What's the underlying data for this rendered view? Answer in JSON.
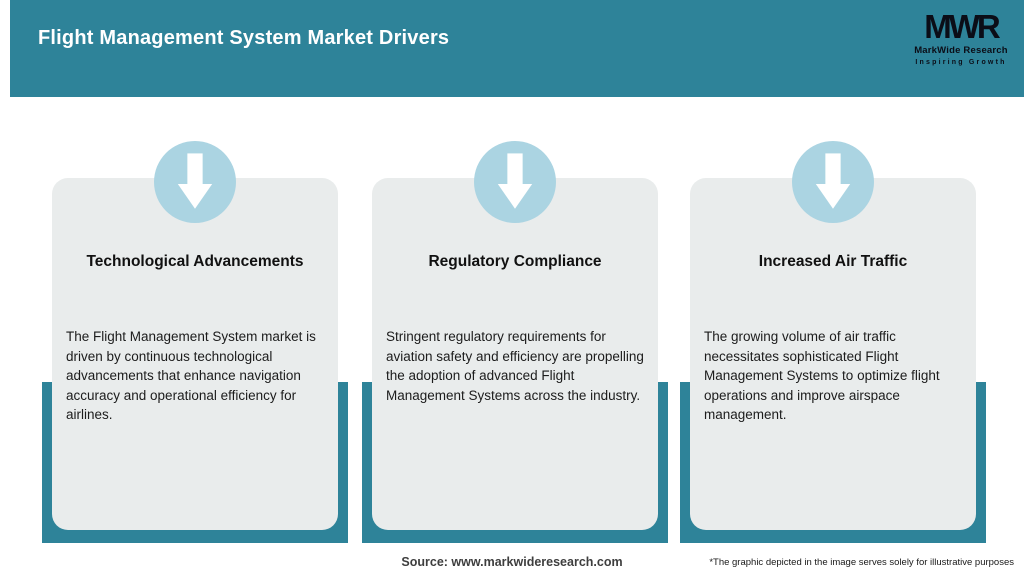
{
  "header": {
    "title": "Flight Management System Market Drivers"
  },
  "logo": {
    "monogram": "MWR",
    "name": "MarkWide Research",
    "tagline": "Inspiring Growth"
  },
  "cards": [
    {
      "icon": "arrow-down",
      "title": "Technological Advancements",
      "description": "The Flight Management System market is driven by continuous technological advancements that enhance navigation accuracy and operational efficiency for airlines."
    },
    {
      "icon": "arrow-down",
      "title": "Regulatory Compliance",
      "description": "Stringent regulatory requirements for aviation safety and efficiency are propelling the adoption of advanced Flight Management Systems across the industry."
    },
    {
      "icon": "arrow-down",
      "title": "Increased Air Traffic",
      "description": "The growing volume of air traffic necessitates sophisticated Flight Management Systems to optimize flight operations and improve airspace management."
    }
  ],
  "footer": {
    "source": "Source: www.markwideresearch.com",
    "disclaimer": "*The graphic depicted in the image serves solely for illustrative purposes"
  },
  "colors": {
    "teal": "#2e8399",
    "icon_circle_blue": "#abd4e2",
    "card_background": "#e9ecec",
    "header_text": "#ffffff",
    "logo_dark": "#0b0d17"
  }
}
